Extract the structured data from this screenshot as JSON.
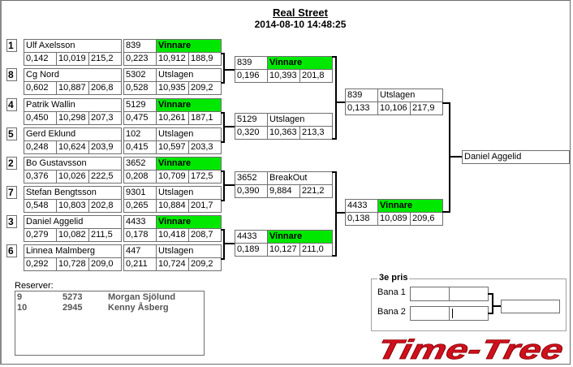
{
  "header": {
    "title": "Real Street",
    "datetime": "2014-08-10 14:48:25"
  },
  "round1": [
    {
      "seed": "1",
      "name": "Ulf Axelsson",
      "rt": "0,142",
      "et": "10,019",
      "speed": "215,2",
      "lane": {
        "id": "839",
        "status": "Vinnare",
        "winner": true,
        "rt": "0,223",
        "et": "10,912",
        "speed": "188,9"
      }
    },
    {
      "seed": "8",
      "name": "Cg Nord",
      "rt": "0,602",
      "et": "10,887",
      "speed": "206,8",
      "lane": {
        "id": "5302",
        "status": "Utslagen",
        "winner": false,
        "rt": "0,528",
        "et": "10,935",
        "speed": "209,2"
      }
    },
    {
      "seed": "4",
      "name": "Patrik Wallin",
      "rt": "0,450",
      "et": "10,298",
      "speed": "207,3",
      "lane": {
        "id": "5129",
        "status": "Vinnare",
        "winner": true,
        "rt": "0,475",
        "et": "10,261",
        "speed": "187,1"
      }
    },
    {
      "seed": "5",
      "name": "Gerd Eklund",
      "rt": "0,248",
      "et": "10,624",
      "speed": "203,9",
      "lane": {
        "id": "102",
        "status": "Utslagen",
        "winner": false,
        "rt": "0,415",
        "et": "10,597",
        "speed": "203,3"
      }
    },
    {
      "seed": "2",
      "name": "Bo Gustavsson",
      "rt": "0,376",
      "et": "10,026",
      "speed": "222,5",
      "lane": {
        "id": "3652",
        "status": "Vinnare",
        "winner": true,
        "rt": "0,208",
        "et": "10,709",
        "speed": "172,5"
      }
    },
    {
      "seed": "7",
      "name": "Stefan Bengtsson",
      "rt": "0,548",
      "et": "10,803",
      "speed": "202,8",
      "lane": {
        "id": "9301",
        "status": "Utslagen",
        "winner": false,
        "rt": "0,265",
        "et": "10,884",
        "speed": "201,7"
      }
    },
    {
      "seed": "3",
      "name": "Daniel Aggelid",
      "rt": "0,279",
      "et": "10,082",
      "speed": "211,5",
      "lane": {
        "id": "4433",
        "status": "Vinnare",
        "winner": true,
        "rt": "0,178",
        "et": "10,418",
        "speed": "208,7"
      }
    },
    {
      "seed": "6",
      "name": "Linnea Malmberg",
      "rt": "0,292",
      "et": "10,728",
      "speed": "209,0",
      "lane": {
        "id": "447",
        "status": "Utslagen",
        "winner": false,
        "rt": "0,211",
        "et": "10,724",
        "speed": "209,2"
      }
    }
  ],
  "round2": [
    {
      "id": "839",
      "status": "Vinnare",
      "winner": true,
      "rt": "0,196",
      "et": "10,393",
      "speed": "201,8"
    },
    {
      "id": "5129",
      "status": "Utslagen",
      "winner": false,
      "rt": "0,320",
      "et": "10,363",
      "speed": "213,3"
    },
    {
      "id": "3652",
      "status": "BreakOut",
      "winner": false,
      "rt": "0,390",
      "et": "9,884",
      "speed": "221,2"
    },
    {
      "id": "4433",
      "status": "Vinnare",
      "winner": true,
      "rt": "0,189",
      "et": "10,127",
      "speed": "211,0"
    }
  ],
  "round3": [
    {
      "id": "839",
      "status": "Utslagen",
      "winner": false,
      "rt": "0,133",
      "et": "10,106",
      "speed": "217,9"
    },
    {
      "id": "4433",
      "status": "Vinnare",
      "winner": true,
      "rt": "0,138",
      "et": "10,089",
      "speed": "209,6"
    }
  ],
  "final": {
    "winner_name": "Daniel Aggelid"
  },
  "reserves": {
    "label": "Reserver:",
    "items": [
      {
        "num": "9",
        "id": "5273",
        "name": "Morgan Sjölund"
      },
      {
        "num": "10",
        "id": "2945",
        "name": "Kenny Åsberg"
      }
    ]
  },
  "third_place": {
    "title": "3e pris",
    "lane1_label": "Bana 1",
    "lane2_label": "Bana 2"
  },
  "logo": {
    "text": "Time-Tree"
  },
  "colors": {
    "winner_bg": "#00e800",
    "logo_red": "#d0101c",
    "border": "#6e6e6e"
  }
}
